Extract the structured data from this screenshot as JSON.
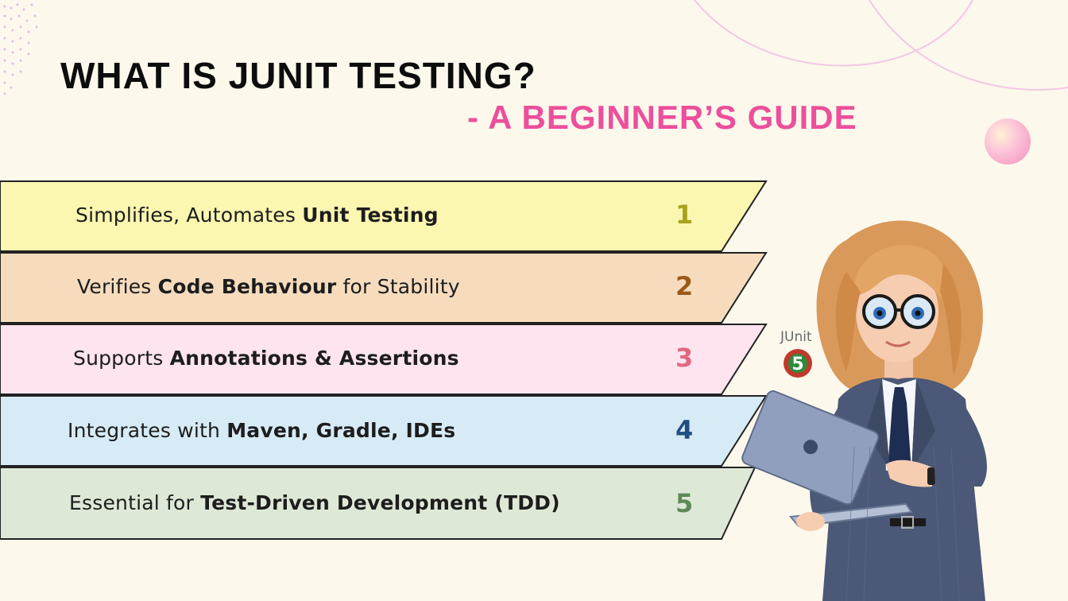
{
  "title": {
    "line1": "WHAT IS JUNIT TESTING?",
    "line2": "-  A BEGINNER’S GUIDE"
  },
  "colors": {
    "title_accent": "#ec4f9c",
    "band_outline": "#222222"
  },
  "rows": [
    {
      "pre": "Simplifies, Automates ",
      "bold": "Unit Testing",
      "post": "",
      "number": "1",
      "band_color": "#fbf6b0",
      "number_color": "#a8a21c"
    },
    {
      "pre": "Verifies ",
      "bold": "Code Behaviour",
      "post": " for Stability",
      "number": "2",
      "band_color": "#f6dcbd",
      "number_color": "#9b5a1a"
    },
    {
      "pre": "Supports ",
      "bold": "Annotations & Assertions",
      "post": "",
      "number": "3",
      "band_color": "#fde4ee",
      "number_color": "#e0677f"
    },
    {
      "pre": "Integrates with ",
      "bold": "Maven, Gradle, IDEs",
      "post": "",
      "number": "4",
      "band_color": "#d7ebf6",
      "number_color": "#1f4f80"
    },
    {
      "pre": "Essential for ",
      "bold": "Test-Driven Development (TDD)",
      "post": "",
      "number": "5",
      "band_color": "#dde9d6",
      "number_color": "#5e8a57"
    }
  ],
  "logo": {
    "word": "JUnit",
    "digit": "5",
    "ring_color": "#c0392b",
    "inner_color": "#2e8b3c"
  },
  "illustration": {
    "subject": "woman-with-laptop"
  }
}
